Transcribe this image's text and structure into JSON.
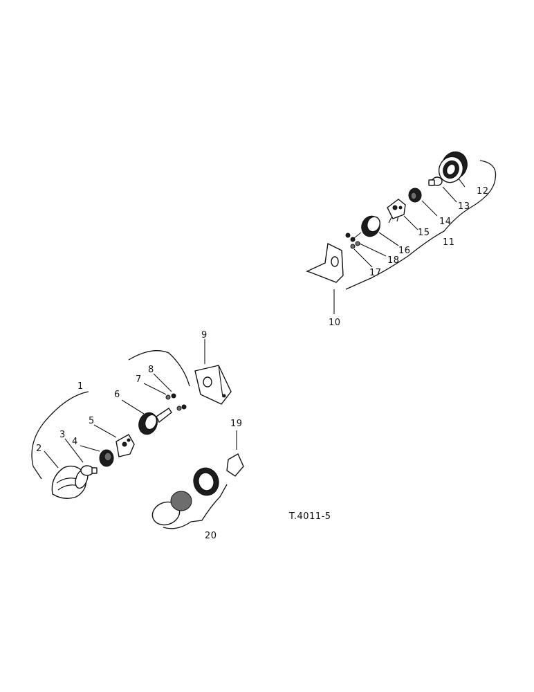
{
  "figure_code": "T.4011-5",
  "callouts": {
    "c1": "1",
    "c2": "2",
    "c3": "3",
    "c4": "4",
    "c5": "5",
    "c6": "6",
    "c7": "7",
    "c8": "8",
    "c9": "9",
    "c10": "10",
    "c11": "11",
    "c12": "12",
    "c13": "13",
    "c14": "14",
    "c15": "15",
    "c16": "16",
    "c17": "17",
    "c18": "18",
    "c19": "19",
    "c20": "20"
  }
}
